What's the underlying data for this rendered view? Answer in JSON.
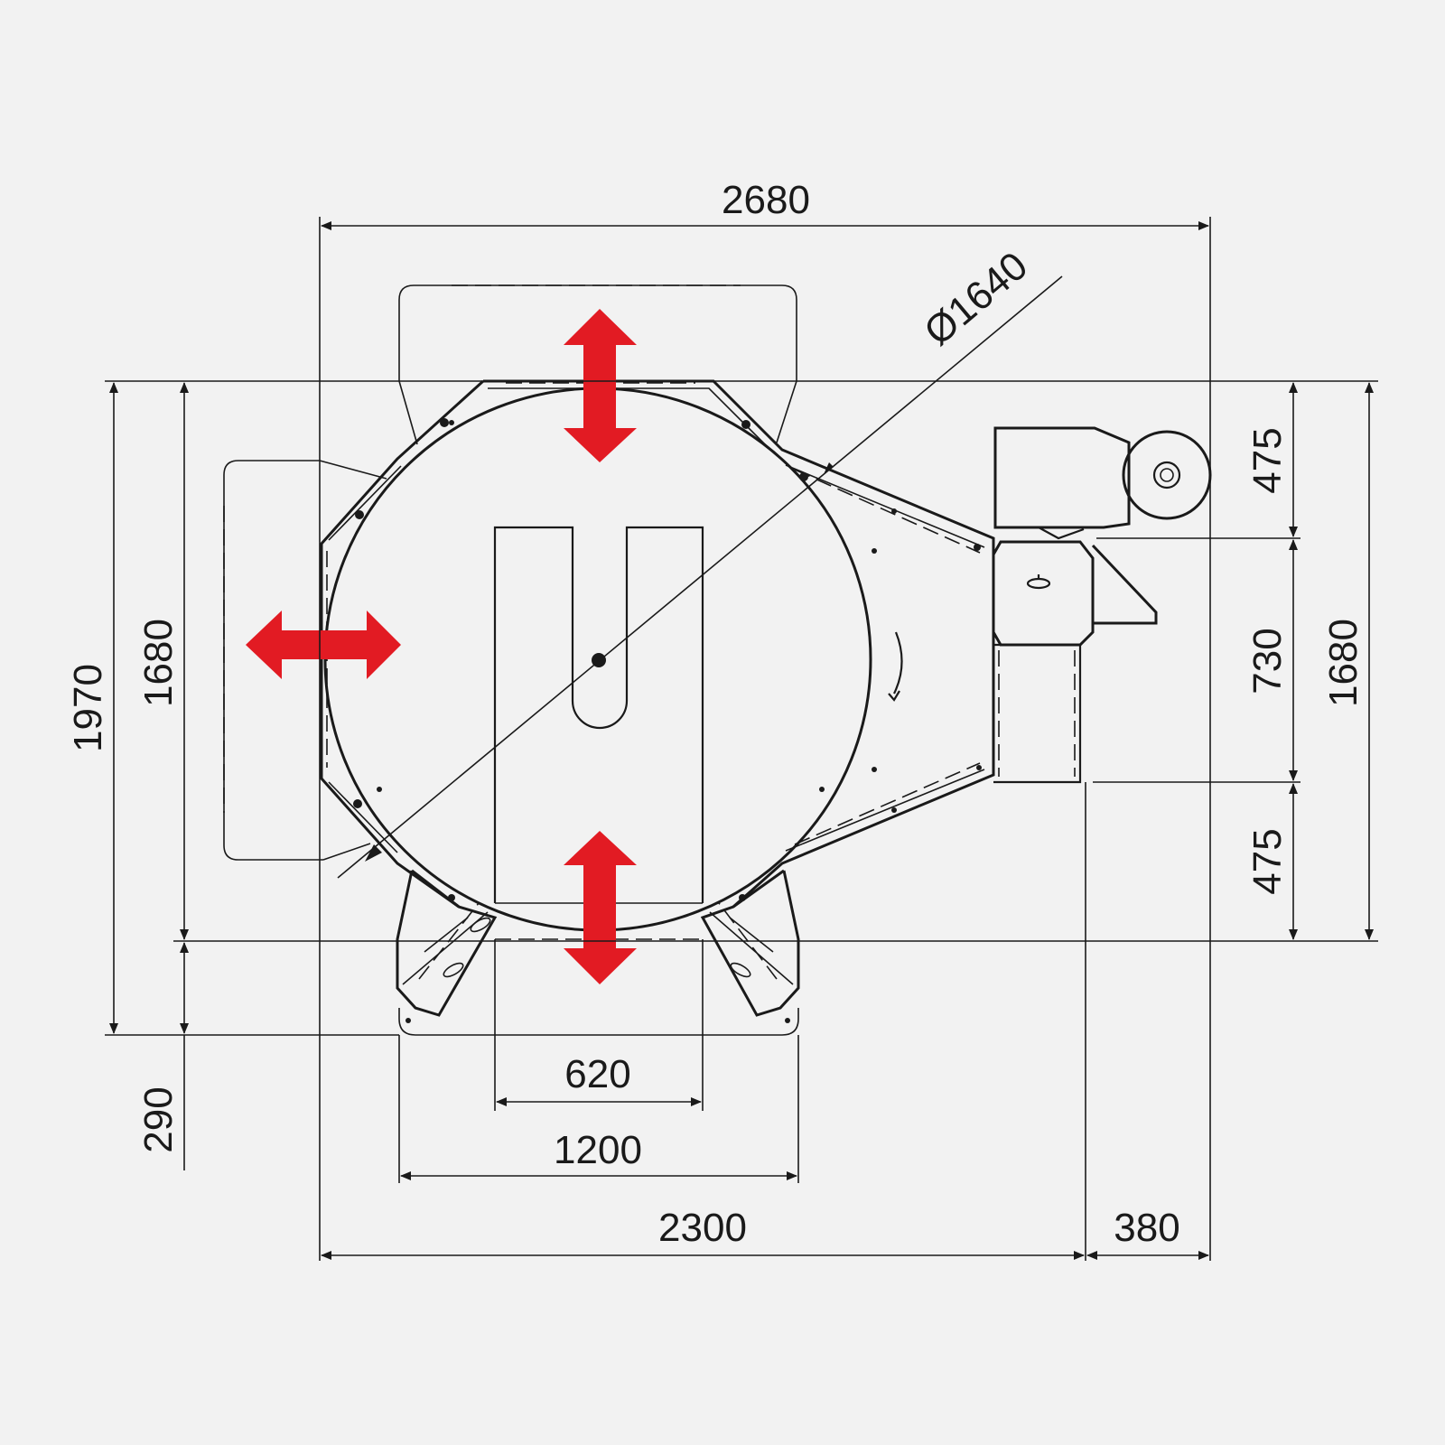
{
  "drawing": {
    "dimensions": {
      "overall_width": "2680",
      "diameter": "Ø1640",
      "overall_height": "1970",
      "table_height_left": "1680",
      "bottom_offset": "290",
      "slot_width": "620",
      "inner_width": "1200",
      "base_width": "2300",
      "side_unit_width": "380",
      "right_upper": "475",
      "right_middle": "730",
      "right_lower": "475",
      "table_height_right": "1680"
    },
    "arrow_color": "#e21b23",
    "line_color": "#1a1a1a",
    "background": "#f2f2f2"
  }
}
